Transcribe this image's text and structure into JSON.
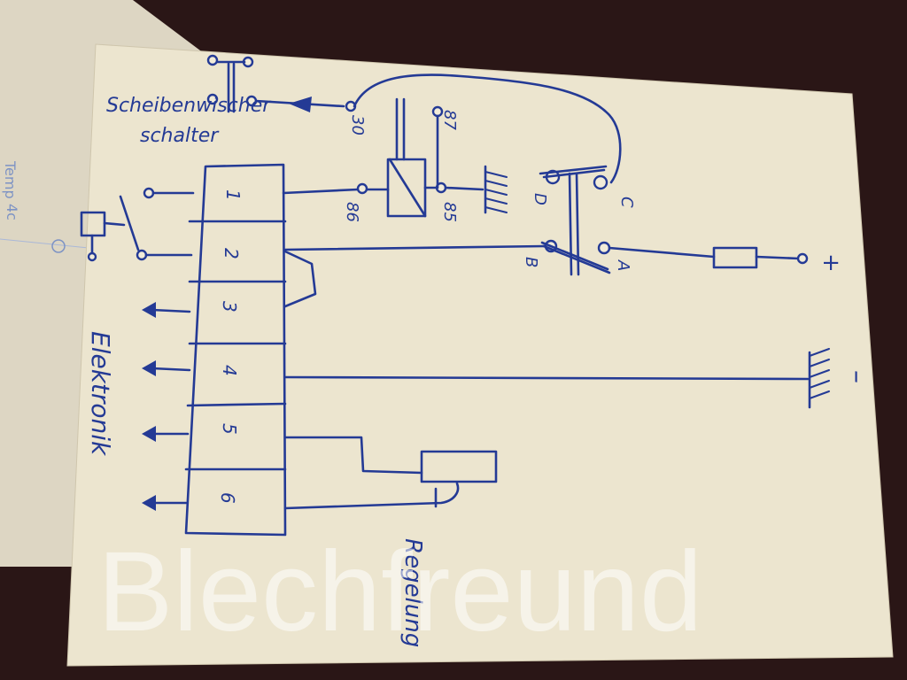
{
  "colors": {
    "background": "#2a1616",
    "paper": "#ece5cf",
    "back_paper": "#ded7c4",
    "ink": "#243a95",
    "watermark": "#ffffff"
  },
  "back_sheet": {
    "text_1": "Temp",
    "text_2": "4c"
  },
  "wiper_switch": {
    "label_line1": "Scheibenwischer",
    "label_line2": "schalter"
  },
  "relay": {
    "pins": [
      "30",
      "87",
      "86",
      "85"
    ]
  },
  "switch_contacts": [
    "C",
    "D",
    "A",
    "B"
  ],
  "terminal_block": {
    "terminals": [
      "1",
      "2",
      "3",
      "4",
      "5",
      "6"
    ],
    "label": "Elektronik"
  },
  "power": {
    "plus": "+",
    "minus": "–"
  },
  "regulator": {
    "label": "Regelung"
  },
  "watermark": "Blechfreund"
}
